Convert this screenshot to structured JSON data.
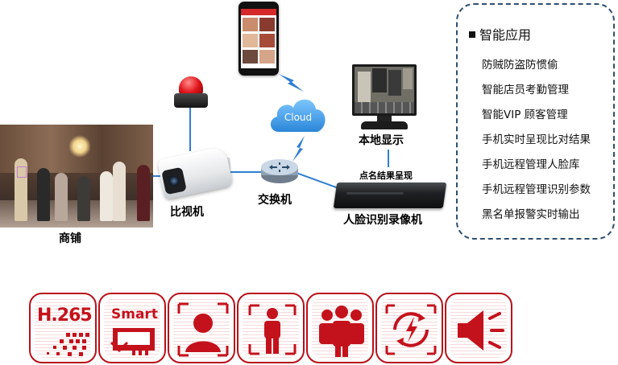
{
  "labels": {
    "store": "商铺",
    "camera": "比视机",
    "switch": "交换机",
    "cloud": "Cloud",
    "local_display": "本地显示",
    "rollcall_result": "点名结果呈现",
    "nvr": "人脸识别录像机"
  },
  "apps": {
    "title": "智能应用",
    "items": [
      "防贼防盗防惯偷",
      "智能店员考勤管理",
      "智能VIP 顾客管理",
      "手机实时呈现比对结果",
      "手机远程管理人脸库",
      "手机远程管理识别参数",
      "黑名单报警实时输出"
    ]
  },
  "icons": {
    "h265_text": "H.265",
    "smart_text": "Smart",
    "names": [
      "h265-icon",
      "smart-icon",
      "face-capture-icon",
      "person-detect-icon",
      "crowd-icon",
      "anti-tamper-icon",
      "alarm-speaker-icon"
    ]
  },
  "colors": {
    "accent_red": "#c4121c",
    "line_blue": "#2f7fd1",
    "panel_border": "#2e4f6f"
  }
}
